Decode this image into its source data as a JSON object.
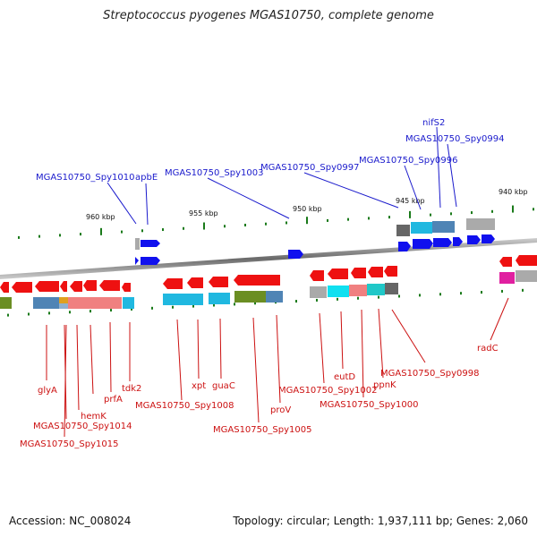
{
  "title": "Streptococcus pyogenes MGAS10750, complete genome",
  "footer": {
    "accession": "Accession: NC_008024",
    "summary": "Topology: circular; Length: 1,937,111 bp; Genes: 2,060"
  },
  "colors": {
    "forward_gene": "#1010ee",
    "reverse_gene": "#ee1111",
    "forward_label": "#1a1acc",
    "reverse_label": "#cc1111",
    "ruler_tick": "#1a7a1a",
    "backbone": "#888888"
  },
  "scale_ticks": [
    {
      "label": "960 kbp"
    },
    {
      "label": "955 kbp"
    },
    {
      "label": "950 kbp"
    },
    {
      "label": "945 kbp"
    },
    {
      "label": "940 kbp"
    }
  ],
  "top_labels": [
    {
      "text": "MGAS10750_Spy1010"
    },
    {
      "text": "apbE"
    },
    {
      "text": "MGAS10750_Spy1003"
    },
    {
      "text": "MGAS10750_Spy0997"
    },
    {
      "text": "MGAS10750_Spy0996"
    },
    {
      "text": "MGAS10750_Spy0994"
    },
    {
      "text": "nifS2"
    }
  ],
  "bottom_labels": [
    {
      "text": "glyA"
    },
    {
      "text": "MGAS10750_Spy1014"
    },
    {
      "text": "MGAS10750_Spy1015"
    },
    {
      "text": "hemK"
    },
    {
      "text": "prfA"
    },
    {
      "text": "tdk2"
    },
    {
      "text": "xpt"
    },
    {
      "text": "guaC"
    },
    {
      "text": "MGAS10750_Spy1008"
    },
    {
      "text": "MGAS10750_Spy1005"
    },
    {
      "text": "proV"
    },
    {
      "text": "eutD"
    },
    {
      "text": "MGAS10750_Spy1002"
    },
    {
      "text": "ppnK"
    },
    {
      "text": "MGAS10750_Spy1000"
    },
    {
      "text": "MGAS10750_Spy0998"
    },
    {
      "text": "radC"
    }
  ]
}
